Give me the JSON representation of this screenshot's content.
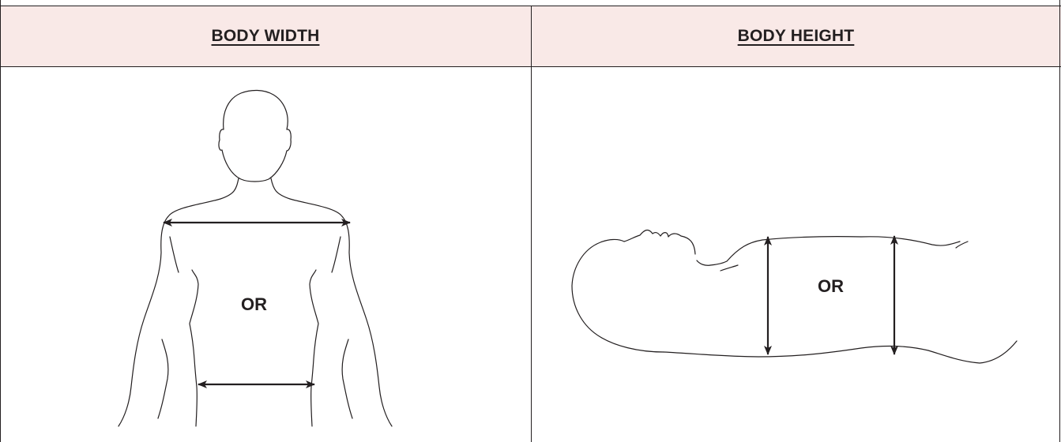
{
  "columns": [
    {
      "heading": "BODY WIDTH",
      "figure_label": "OR"
    },
    {
      "heading": "BODY HEIGHT",
      "figure_label": "OR"
    }
  ],
  "colors": {
    "header_bg": "#f9e9e7",
    "line": "#231f20"
  }
}
